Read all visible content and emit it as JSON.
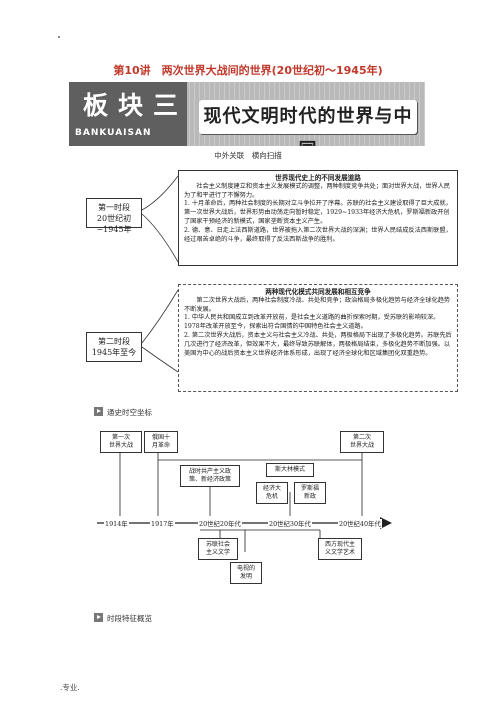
{
  "page": {
    "title": "第10讲　两次世界大战间的世界(20世纪初～1945年)",
    "banner_big": "板块三",
    "banner_pinyin": "BANKUAISAN",
    "banner_title": "现代文明时代的世界与中国",
    "subtitle": "中外关联　横向扫描",
    "section_timeline": "通史时空坐标",
    "section_features": "时段特征概览",
    "footer": ".专业."
  },
  "stage1": {
    "label": "第一时段\n20世纪初~1945年",
    "box_title": "世界现代史上的不同发展道路",
    "intro": "社会主义制度建立和资本主义发展模式的调整，两种制度竞争共处；面对世界大战，世界人民为了和平进行了不懈努力。",
    "items": [
      "1. 十月革命后，两种社会制度的长期对立斗争拉开了序幕。苏联的社会主义建设取得了巨大成就，第一次世界大战后，世界形势由动荡走向暂时稳定，1929~1933年经济大危机，罗斯福新政开创了国家干预经济的新模式，国家垄断资本主义产生。",
      "2. 德、意、日走上法西斯道路，世界被拖入第二次世界大战的深渊；世界人民结成反法西斯联盟，经过艰苦卓绝的斗争，最终取得了反法西斯战争的胜利。"
    ]
  },
  "stage2": {
    "label": "第二时段\n1945年至今",
    "box_title": "两种现代化模式共同发展和相互竞争",
    "intro": "第二次世界大战后，两种社会制度冷战、共处和竞争；政治格局多极化趋势与经济全球化趋势不断发展。",
    "items": [
      "1. 中华人民共和国成立到改革开放前，是社会主义道路的曲折探索时期，受苏联的影响较深。1978年改革开放至今，探索出符合国情的中国特色社会主义道路。",
      "2. 第二次世界大战后，资本主义与社会主义冷战、共处，两极格局下出现了多极化趋势。苏联先后几次进行了经济改革，但效果不大，最终导致苏联解体，两极格局结束，多极化趋势不断加强。以美国为中心的战后资本主义世界经济体系形成，出现了经济全球化和区域集团化双重趋势。"
    ]
  },
  "timeline": {
    "top_boxes": [
      "第一次\n世界大战",
      "俄国十\n月革命",
      "第二次\n世界大战"
    ],
    "mid_boxes": [
      "战时共产主义政\n策、新经济政策",
      "斯大林模式",
      "经济大\n危机",
      "罗斯福\n新政"
    ],
    "ticks": [
      "1914年",
      "1917年",
      "20世纪20年代",
      "20世纪30年代",
      "20世纪40年代"
    ],
    "bottom_boxes": [
      "苏联社会\n主义文学",
      "电视的\n发明",
      "西方现代主\n义文学艺术"
    ]
  }
}
